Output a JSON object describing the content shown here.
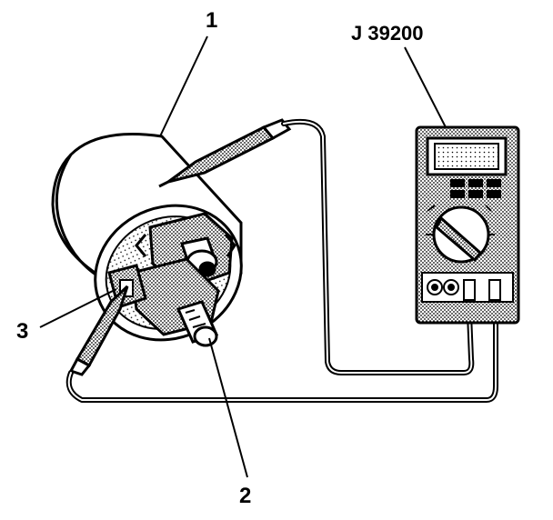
{
  "labels": {
    "callout_1": "1",
    "callout_2": "2",
    "callout_3": "3",
    "tool": "J 39200"
  },
  "colors": {
    "ink": "#000000",
    "meter_fill": "#cfcfcf",
    "paper": "#ffffff"
  }
}
